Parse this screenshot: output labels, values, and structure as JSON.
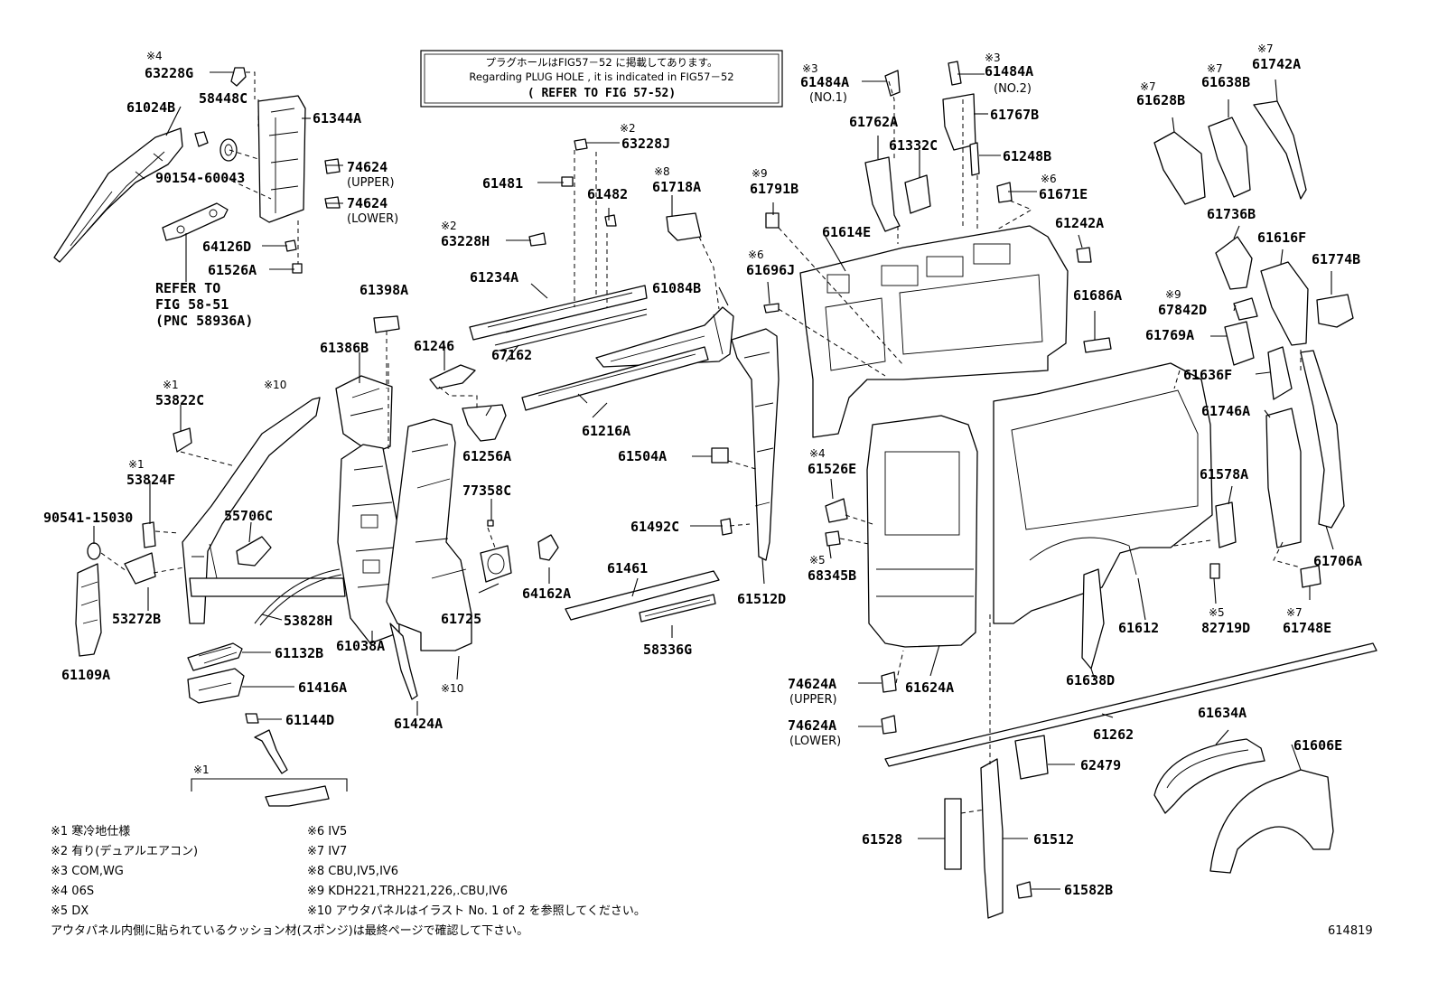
{
  "refbox": {
    "line1": "プラグホールはFIG57－52 に掲載してあります。",
    "line2": "Regarding  PLUG HOLE , it is indicated in  FIG57－52",
    "line3": "( REFER TO FIG 57-52)"
  },
  "labels": {
    "p63228G": "63228G",
    "p58448C": "58448C",
    "p61024B": "61024B",
    "p61344A": "61344A",
    "p74624u": "74624",
    "p74624u_sub": "(UPPER)",
    "p74624l": "74624",
    "p74624l_sub": "(LOWER)",
    "p90154": "90154-60043",
    "p64126D": "64126D",
    "p61526A": "61526A",
    "ref_line1": "REFER TO",
    "ref_line2": "FIG 58-51",
    "ref_line3": "(PNC 58936A)",
    "p63228J": "63228J",
    "p61481": "61481",
    "p61482": "61482",
    "p61718A": "61718A",
    "p63228H": "63228H",
    "p61234A": "61234A",
    "p61084B": "61084B",
    "p61398A": "61398A",
    "p61246": "61246",
    "p67162": "67162",
    "p61386B": "61386B",
    "p53822C": "53822C",
    "p53824F": "53824F",
    "p90541": "90541-15030",
    "p55706C": "55706C",
    "p53272B": "53272B",
    "p53828H": "53828H",
    "p61038A": "61038A",
    "p61109A": "61109A",
    "p61132B": "61132B",
    "p61416A": "61416A",
    "p61144D": "61144D",
    "p61256A": "61256A",
    "p61216A": "61216A",
    "p61504A": "61504A",
    "p77358C": "77358C",
    "p61492C": "61492C",
    "p64162A": "64162A",
    "p61725": "61725",
    "p61461": "61461",
    "p61512D": "61512D",
    "p58336G": "58336G",
    "p61424A": "61424A",
    "p61484A1": "61484A",
    "p61484A1_sub": "(NO.1)",
    "p61484A2": "61484A",
    "p61484A2_sub": "(NO.2)",
    "p61762A": "61762A",
    "p61767B": "61767B",
    "p61332C": "61332C",
    "p61248B": "61248B",
    "p61791B": "61791B",
    "p61671E": "61671E",
    "p61614E": "61614E",
    "p61242A": "61242A",
    "p61696J": "61696J",
    "p61686A": "61686A",
    "p61742A": "61742A",
    "p61638B": "61638B",
    "p61628B": "61628B",
    "p61736B": "61736B",
    "p61616F": "61616F",
    "p61774B": "61774B",
    "p67842D": "67842D",
    "p61769A": "61769A",
    "p61636F": "61636F",
    "p61746A": "61746A",
    "p61578A": "61578A",
    "p61706A": "61706A",
    "p61526E": "61526E",
    "p68345B": "68345B",
    "p82719D": "82719D",
    "p61748E": "61748E",
    "p61612": "61612",
    "p61638D": "61638D",
    "p61624A": "61624A",
    "p74624Au": "74624A",
    "p74624Au_sub": "(UPPER)",
    "p74624Al": "74624A",
    "p74624Al_sub": "(LOWER)",
    "p61262": "61262",
    "p61634A": "61634A",
    "p61606E": "61606E",
    "p62479": "62479",
    "p61528": "61528",
    "p61512": "61512",
    "p61582B": "61582B"
  },
  "marks": {
    "m4a": "※4",
    "m2a": "※2",
    "m2b": "※2",
    "m8": "※8",
    "m1a": "※1",
    "m10a": "※10",
    "m1b": "※1",
    "m10b": "※10",
    "m3a": "※3",
    "m3b": "※3",
    "m9a": "※9",
    "m6a": "※6",
    "m6b": "※6",
    "m7a": "※7",
    "m7b": "※7",
    "m7c": "※7",
    "m9b": "※9",
    "m4b": "※4",
    "m5a": "※5",
    "m5b": "※5",
    "m7d": "※7",
    "m1c": "※1"
  },
  "notes": {
    "n1": "※1 寒冷地仕様",
    "n2": "※2 有り(デュアルエアコン)",
    "n3": "※3 COM,WG",
    "n4": "※4 06S",
    "n5": "※5 DX",
    "n6": "※6 IV5",
    "n7": "※7 IV7",
    "n8": "※8 CBU,IV5,IV6",
    "n9": "※9 KDH221,TRH221,226,.CBU,IV6",
    "n10": "※10 アウタパネルはイラスト No. 1 of 2 を参照してください。",
    "footer": "アウタパネル内側に貼られているクッション材(スポンジ)は最終ページで確認して下さい。",
    "figno": "614819"
  }
}
